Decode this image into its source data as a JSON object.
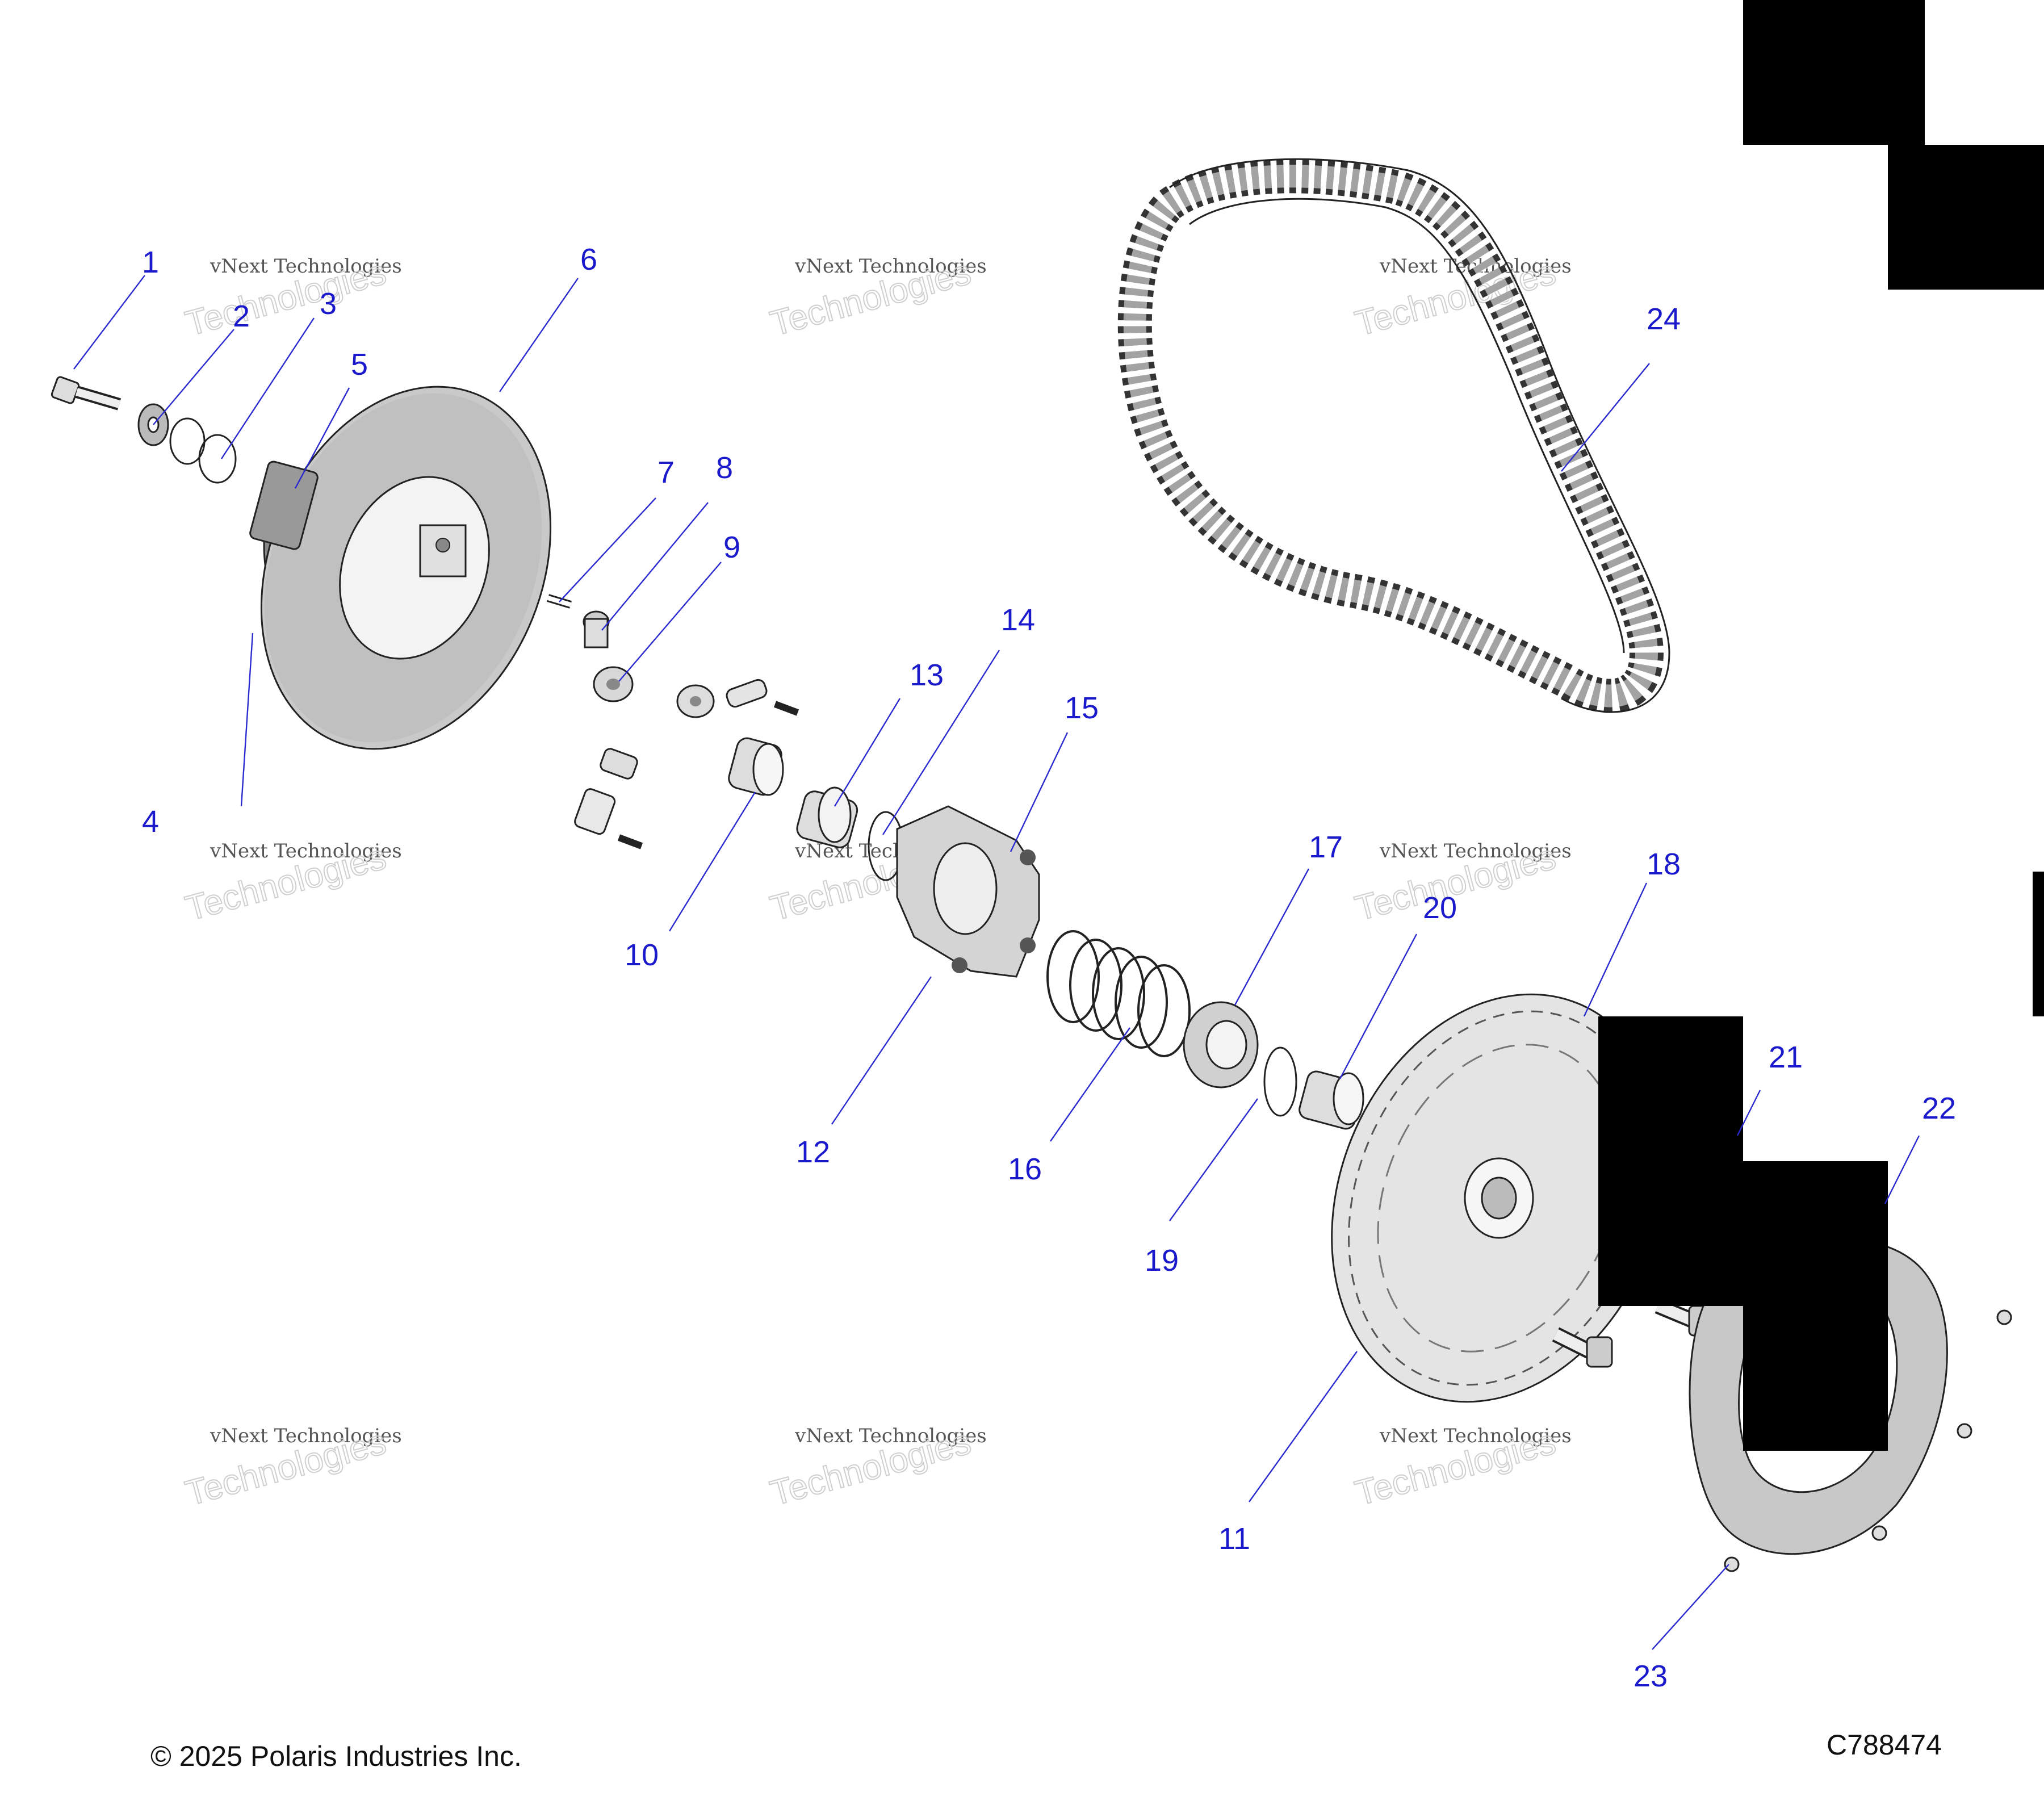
{
  "callouts": [
    {
      "id": "1",
      "label": "1"
    },
    {
      "id": "2",
      "label": "2"
    },
    {
      "id": "3",
      "label": "3"
    },
    {
      "id": "4",
      "label": "4"
    },
    {
      "id": "5",
      "label": "5"
    },
    {
      "id": "6",
      "label": "6"
    },
    {
      "id": "7",
      "label": "7"
    },
    {
      "id": "8",
      "label": "8"
    },
    {
      "id": "9",
      "label": "9"
    },
    {
      "id": "10",
      "label": "10"
    },
    {
      "id": "11",
      "label": "11"
    },
    {
      "id": "12",
      "label": "12"
    },
    {
      "id": "13",
      "label": "13"
    },
    {
      "id": "14",
      "label": "14"
    },
    {
      "id": "15",
      "label": "15"
    },
    {
      "id": "16",
      "label": "16"
    },
    {
      "id": "17",
      "label": "17"
    },
    {
      "id": "18",
      "label": "18"
    },
    {
      "id": "19",
      "label": "19"
    },
    {
      "id": "20",
      "label": "20"
    },
    {
      "id": "21",
      "label": "21"
    },
    {
      "id": "22",
      "label": "22"
    },
    {
      "id": "23",
      "label": "23"
    },
    {
      "id": "24",
      "label": "24"
    }
  ],
  "watermark": {
    "line1": "vNext Technologies",
    "big_top": "vNext",
    "big_bottom": "Technologies"
  },
  "footer": {
    "copyright": "© 2025 Polaris Industries Inc.",
    "drawing_code": "C788474"
  },
  "colors": {
    "callout": "#1a1acc",
    "leader": "#2a2ad0",
    "part_fill": "#c8c8c8",
    "redaction": "#000000"
  }
}
